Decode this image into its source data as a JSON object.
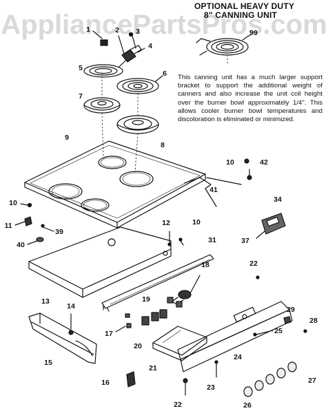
{
  "watermark": "AppliancePartsPros.com",
  "title_line1": "OPTIONAL HEAVY DUTY",
  "title_line2": "8\" CANNING UNIT",
  "description": "This canning unit has a much larger support bracket to support the additional weight of canners and also increase the unit coil height over the burner bowl approximately 1/4\". This allows cooler burner bowl temperatures and discoloration is eliminated or minimized.",
  "labels": [
    "1",
    "2",
    "3",
    "4",
    "5",
    "6",
    "7",
    "8",
    "9",
    "10",
    "11",
    "39",
    "40",
    "12",
    "10",
    "31",
    "13",
    "14",
    "18",
    "19",
    "15",
    "17",
    "20",
    "21",
    "16",
    "22",
    "23",
    "24",
    "25",
    "22",
    "26",
    "27",
    "28",
    "29",
    "34",
    "37",
    "10",
    "42",
    "41",
    "99"
  ]
}
